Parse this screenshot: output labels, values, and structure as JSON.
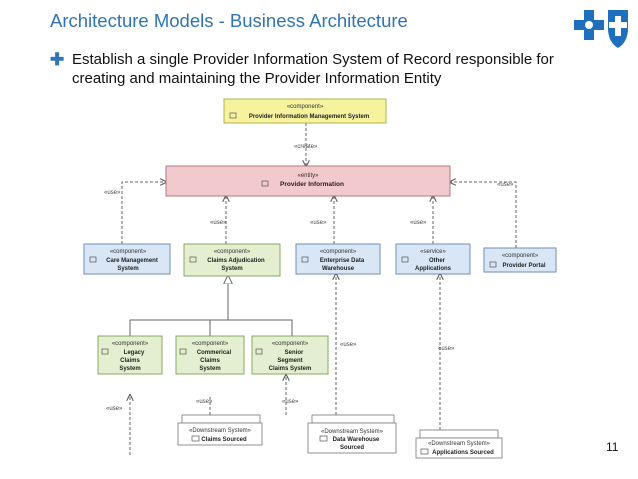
{
  "slide": {
    "title": "Architecture Models - Business Architecture",
    "bullet": "Establish a single Provider Information System of Record responsible for creating and maintaining the Provider Information Entity",
    "page_number": "11"
  },
  "colors": {
    "title": "#2f75b5",
    "component_blue_fill": "#d9e6f5",
    "component_green_fill": "#e3efd0",
    "component_yellow_fill": "#f6f39e",
    "entity_fill": "#f2c9cc",
    "downstream_fill": "#ffffff"
  },
  "diagram": {
    "pims": {
      "stereotype": "«component»",
      "lines": [
        "Provider Information Management System"
      ]
    },
    "create_label": "«create»",
    "entity": {
      "stereotype": "«entity»",
      "lines": [
        "Provider Information"
      ]
    },
    "use_label": "«use»",
    "components": [
      {
        "stereotype": "«component»",
        "lines": [
          "Care Management",
          "System"
        ]
      },
      {
        "stereotype": "«component»",
        "lines": [
          "Claims Adjudication",
          "System"
        ]
      },
      {
        "stereotype": "«component»",
        "lines": [
          "Enterprise Data",
          "Warehouse"
        ]
      },
      {
        "stereotype": "«service»",
        "lines": [
          "Other",
          "Applications"
        ]
      },
      {
        "stereotype": "«component»",
        "lines": [
          "Provider Portal"
        ]
      }
    ],
    "claims_systems": [
      {
        "stereotype": "«component»",
        "lines": [
          "Legacy",
          "Claims",
          "System"
        ]
      },
      {
        "stereotype": "«component»",
        "lines": [
          "Commerical",
          "Claims",
          "System"
        ]
      },
      {
        "stereotype": "«component»",
        "lines": [
          "Senior",
          "Segment",
          "Claims System"
        ]
      }
    ],
    "downstream": [
      {
        "stereotype": "«Downstream System»",
        "lines": [
          "Claims Sourced"
        ]
      },
      {
        "stereotype": "«Downstream System»",
        "lines": [
          "Data Warehouse",
          "Sourced"
        ]
      },
      {
        "stereotype": "«Downstream System»",
        "lines": [
          "Applications Sourced"
        ]
      }
    ]
  }
}
